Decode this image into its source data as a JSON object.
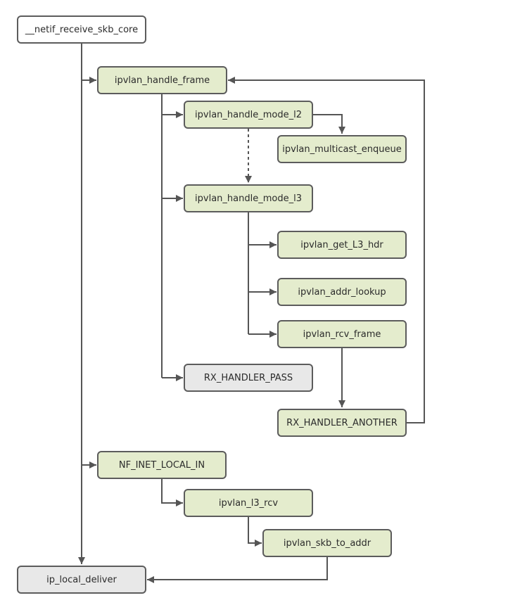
{
  "diagram": {
    "nodes": {
      "netif_receive_skb_core": "__netif_receive_skb_core",
      "ipvlan_handle_frame": "ipvlan_handle_frame",
      "ipvlan_handle_mode_l2": "ipvlan_handle_mode_l2",
      "ipvlan_multicast_enqueue": "ipvlan_multicast_enqueue",
      "ipvlan_handle_mode_l3": "ipvlan_handle_mode_l3",
      "ipvlan_get_L3_hdr": "ipvlan_get_L3_hdr",
      "ipvlan_addr_lookup": "ipvlan_addr_lookup",
      "ipvlan_rcv_frame": "ipvlan_rcv_frame",
      "rx_handler_pass": "RX_HANDLER_PASS",
      "rx_handler_another": "RX_HANDLER_ANOTHER",
      "nf_inet_local_in": "NF_INET_LOCAL_IN",
      "ipvlan_l3_rcv": "ipvlan_l3_rcv",
      "ipvlan_skb_to_addr": "ipvlan_skb_to_addr",
      "ip_local_deliver": "ip_local_deliver"
    },
    "colors": {
      "node_fill_function": "#e4eccd",
      "node_fill_terminal": "#e8e8e8",
      "node_fill_entry": "#ffffff",
      "node_stroke": "#5c5c5c",
      "edge_stroke": "#555555"
    },
    "edges": [
      {
        "from": "netif_receive_skb_core",
        "to": "ipvlan_handle_frame",
        "style": "solid"
      },
      {
        "from": "netif_receive_skb_core",
        "to": "nf_inet_local_in",
        "style": "solid"
      },
      {
        "from": "netif_receive_skb_core",
        "to": "ip_local_deliver",
        "style": "solid"
      },
      {
        "from": "ipvlan_handle_frame",
        "to": "ipvlan_handle_mode_l2",
        "style": "solid"
      },
      {
        "from": "ipvlan_handle_frame",
        "to": "ipvlan_handle_mode_l3",
        "style": "solid"
      },
      {
        "from": "ipvlan_handle_frame",
        "to": "rx_handler_pass",
        "style": "solid"
      },
      {
        "from": "ipvlan_handle_mode_l2",
        "to": "ipvlan_multicast_enqueue",
        "style": "solid"
      },
      {
        "from": "ipvlan_handle_mode_l2",
        "to": "ipvlan_handle_mode_l3",
        "style": "dashed"
      },
      {
        "from": "ipvlan_handle_mode_l3",
        "to": "ipvlan_get_L3_hdr",
        "style": "solid"
      },
      {
        "from": "ipvlan_handle_mode_l3",
        "to": "ipvlan_addr_lookup",
        "style": "solid"
      },
      {
        "from": "ipvlan_handle_mode_l3",
        "to": "ipvlan_rcv_frame",
        "style": "solid"
      },
      {
        "from": "ipvlan_rcv_frame",
        "to": "rx_handler_another",
        "style": "solid"
      },
      {
        "from": "rx_handler_another",
        "to": "ipvlan_handle_frame",
        "style": "solid"
      },
      {
        "from": "nf_inet_local_in",
        "to": "ipvlan_l3_rcv",
        "style": "solid"
      },
      {
        "from": "ipvlan_l3_rcv",
        "to": "ipvlan_skb_to_addr",
        "style": "solid"
      },
      {
        "from": "ipvlan_skb_to_addr",
        "to": "ip_local_deliver",
        "style": "solid"
      }
    ]
  }
}
